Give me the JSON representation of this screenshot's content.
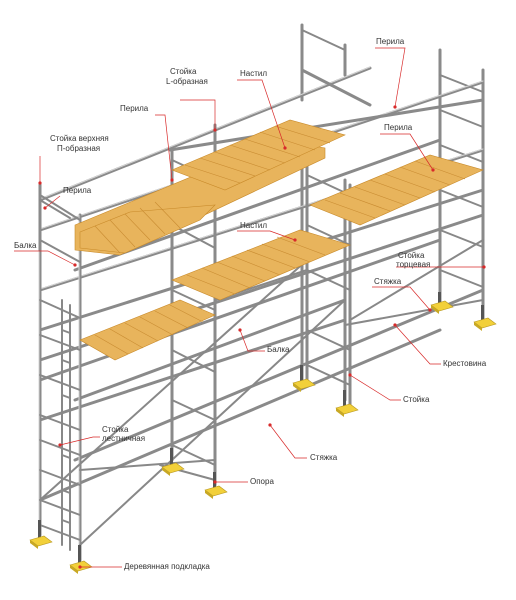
{
  "labels": {
    "nastil_top": "Настил",
    "stoika_l_line1": "Стойка",
    "stoika_l_line2": "L-образная",
    "perila_top_right": "Перила",
    "perila_left": "Перила",
    "stoika_p_line1": "Стойка верхняя",
    "stoika_p_line2": "П-образная",
    "perila_left2": "Перила",
    "perila_right2": "Перила",
    "balka_left": "Балка",
    "nastil_mid": "Настил",
    "stoika_tor_line1": "Стойка",
    "stoika_tor_line2": "торцевая",
    "styazhka_right": "Стяжка",
    "balka_mid": "Балка",
    "krestovina": "Крестовина",
    "stoika_right": "Стойка",
    "stoika_lest_line1": "Стойка",
    "stoika_lest_line2": "лестничная",
    "styazhka_mid": "Стяжка",
    "opora": "Опора",
    "podkladka": "Деревянная подкладка"
  },
  "colors": {
    "metal": "#8a8a8a",
    "plank": "#e8b45c",
    "pad": "#f2d03a",
    "leader": "#d82a2a"
  }
}
